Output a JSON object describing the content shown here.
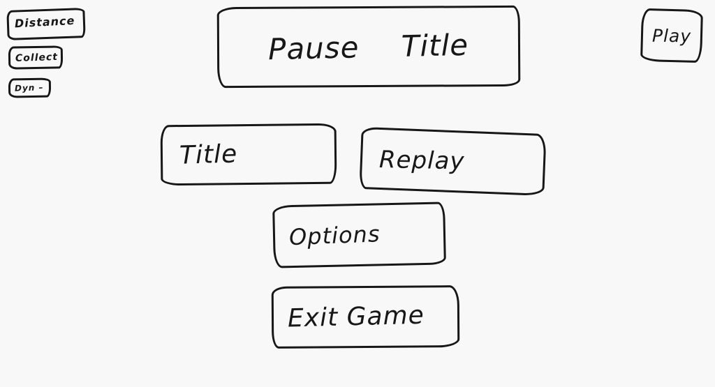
{
  "canvas": {
    "background_color": "#f8f8f8",
    "ink_color": "#171717"
  },
  "hud": {
    "items": [
      {
        "label": "Distance"
      },
      {
        "label": "Collect"
      },
      {
        "label": "Dyn –"
      }
    ]
  },
  "banner": {
    "title": "Pause Title"
  },
  "play": {
    "label": "Play"
  },
  "menu": {
    "buttons": [
      {
        "label": "Title"
      },
      {
        "label": "Replay"
      },
      {
        "label": "Options"
      },
      {
        "label": "Exit Game"
      }
    ]
  }
}
